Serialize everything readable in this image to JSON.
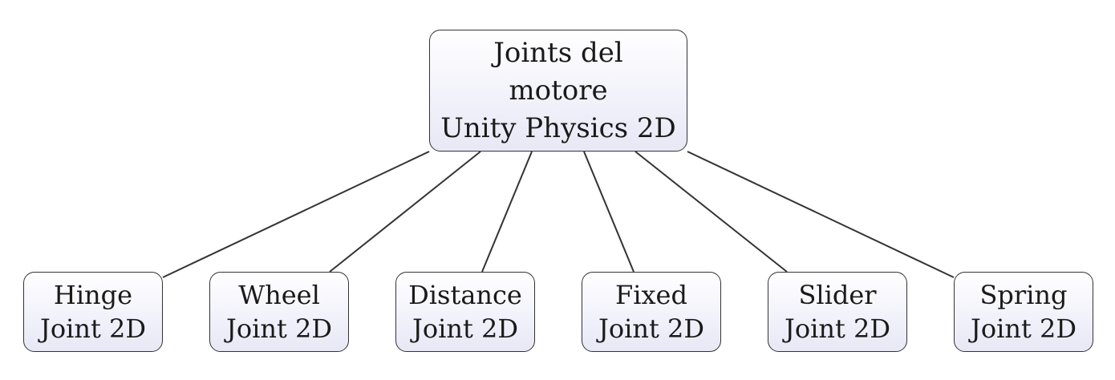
{
  "root": {
    "lines": [
      "Joints del",
      "motore",
      "Unity Physics 2D"
    ]
  },
  "children": [
    {
      "line1": "Hinge",
      "line2": "Joint 2D"
    },
    {
      "line1": "Wheel",
      "line2": "Joint 2D"
    },
    {
      "line1": "Distance",
      "line2": "Joint 2D"
    },
    {
      "line1": "Fixed",
      "line2": "Joint 2D"
    },
    {
      "line1": "Slider",
      "line2": "Joint 2D"
    },
    {
      "line1": "Spring",
      "line2": "Joint 2D"
    }
  ],
  "colors": {
    "edge": "#333333",
    "border": "#333333",
    "fill_top": "#ffffff",
    "fill_bottom": "#e8e8f6"
  }
}
